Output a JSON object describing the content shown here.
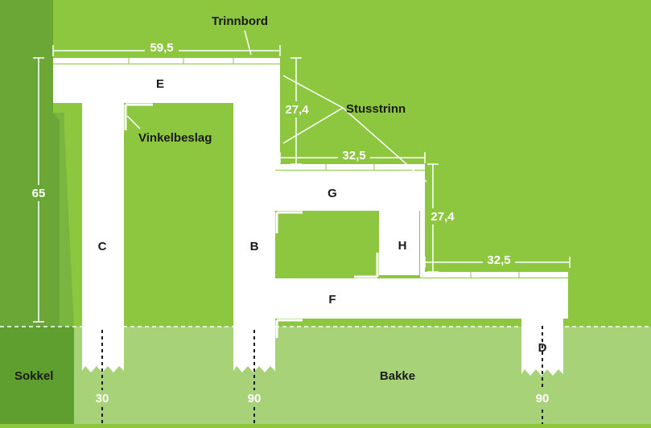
{
  "dimensions": {
    "tread_width": "59,5",
    "total_height": "65",
    "riser_upper": "27,4",
    "step_middle_depth": "32,5",
    "riser_lower": "27,4",
    "step_lower_depth": "32,5"
  },
  "labels": {
    "trinnbord": "Trinnbord",
    "stusstrinn": "Stusstrinn",
    "vinkelbeslag": "Vinkelbeslag",
    "sokkel": "Sokkel",
    "bakke": "Bakke"
  },
  "parts": {
    "E": "E",
    "C": "C",
    "B": "B",
    "G": "G",
    "H": "H",
    "F": "F",
    "D": "D"
  },
  "depths": {
    "post_c": "30",
    "post_b": "90",
    "post_d": "90"
  },
  "colors": {
    "background": "#8dc63f",
    "ground": "#a8d277",
    "wall": "#6aa736",
    "wall_dark": "#5a9a2e",
    "wood": "#ffffff",
    "line": "#1a1a1a"
  }
}
